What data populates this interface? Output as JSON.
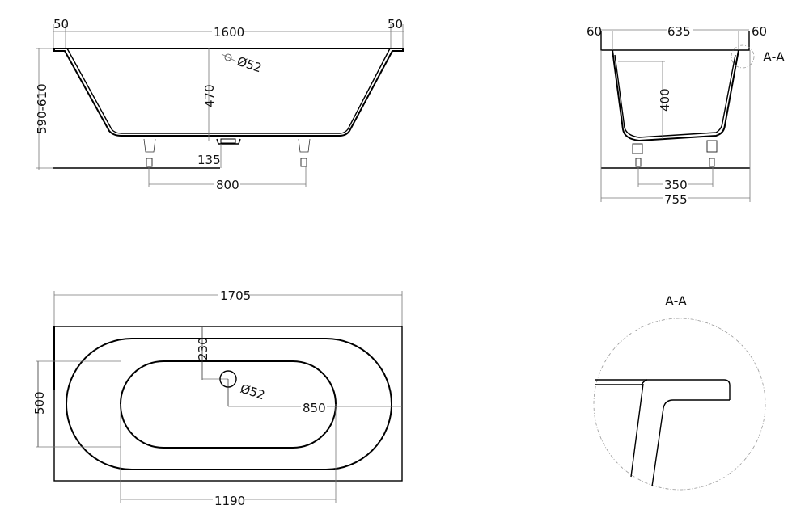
{
  "side_view": {
    "dims": {
      "rim_left": "50",
      "length_inner": "1600",
      "rim_right": "50",
      "total_height": "590-610",
      "depth": "470",
      "drain_diameter": "Ø52",
      "drain_height": "135",
      "feet_spacing": "800"
    }
  },
  "end_view": {
    "dims": {
      "rim_left": "60",
      "width_inner": "635",
      "rim_right": "60",
      "depth": "400",
      "feet_spacing": "350",
      "total_width": "755"
    },
    "section_marker": "A-A"
  },
  "top_view": {
    "dims": {
      "total_length": "1705",
      "drain_offset": "230",
      "drain_diameter": "Ø52",
      "drain_to_end": "850",
      "inner_width": "500",
      "inner_length": "1190"
    }
  },
  "detail_view": {
    "title": "A-A"
  }
}
